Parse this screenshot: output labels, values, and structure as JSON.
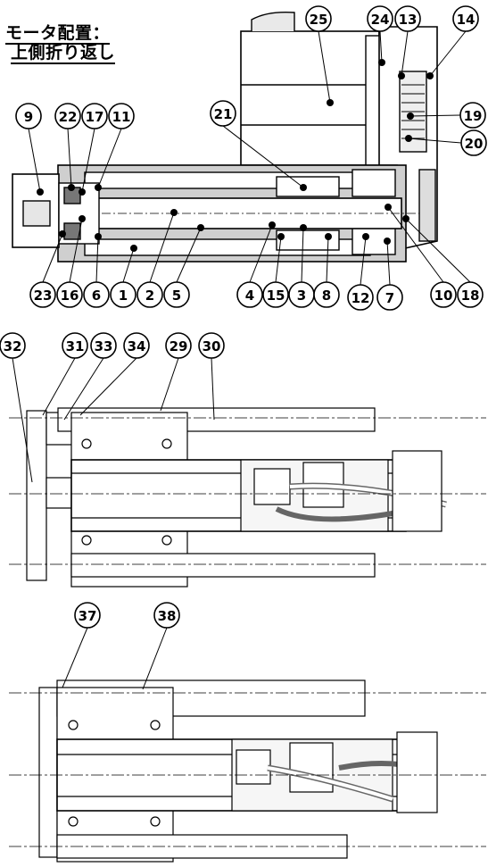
{
  "title": {
    "line1": "モータ配置：",
    "line2": "上側折り返し"
  },
  "callouts": {
    "section_view": [
      "1",
      "2",
      "3",
      "4",
      "5",
      "6",
      "7",
      "8",
      "9",
      "10",
      "11",
      "12",
      "13",
      "14",
      "15",
      "16",
      "17",
      "18",
      "19",
      "20",
      "21",
      "22",
      "23",
      "24",
      "25"
    ],
    "view_b": [
      "29",
      "30",
      "31",
      "32",
      "33",
      "34"
    ],
    "view_c": [
      "37",
      "38"
    ]
  },
  "colors": {
    "line": "#000000",
    "shade": "#8c8c8c",
    "light": "#d0d0d0"
  }
}
